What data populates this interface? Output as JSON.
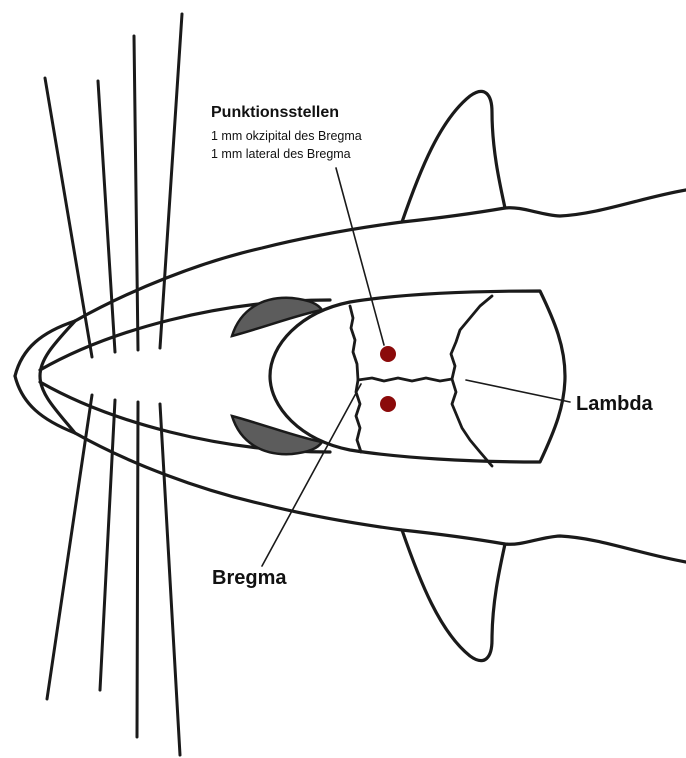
{
  "labels": {
    "puncture_title": "Punktionsstellen",
    "puncture_note_1": "1 mm okzipital des Bregma",
    "puncture_note_2": "1 mm lateral des Bregma",
    "lambda": "Lambda",
    "bregma": "Bregma"
  },
  "colors": {
    "outline": "#1a1a1a",
    "eye_fill": "#5c5c5c",
    "puncture_dot": "#8b0a0a"
  }
}
